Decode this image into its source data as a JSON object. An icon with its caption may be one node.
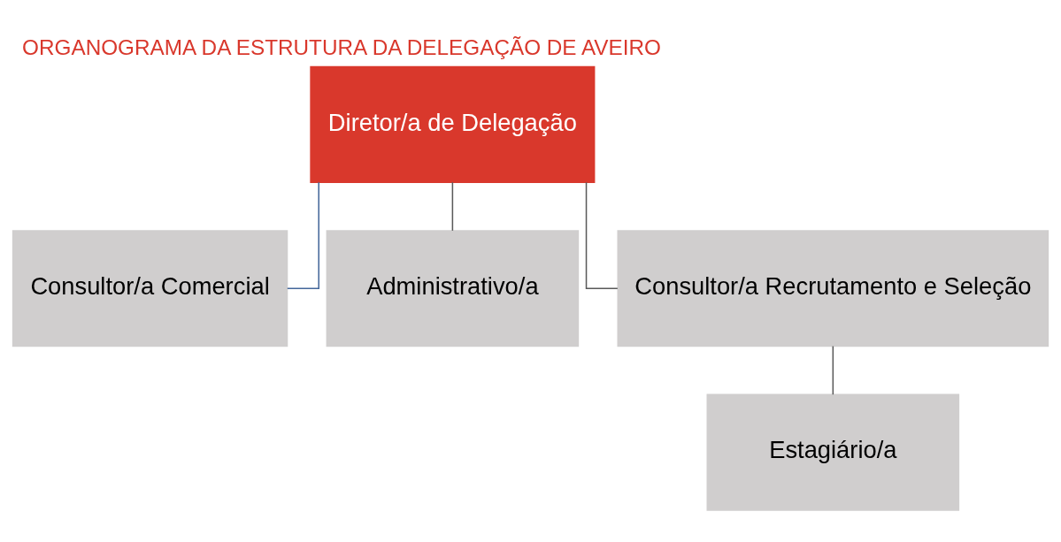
{
  "diagram": {
    "title": "ORGANOGRAMA DA ESTRUTURA DA DELEGAÇÃO DE AVEIRO",
    "nodes": [
      {
        "text": [
          "Diretor/a de Delegação"
        ]
      },
      {
        "text": [
          "Consultor/a Comercial"
        ]
      },
      {
        "text": [
          "Administrativo/a"
        ]
      },
      {
        "text": [
          "Consultor/a Recrutamento e Seleção"
        ]
      },
      {
        "text": [
          "Estagiário/a"
        ]
      }
    ],
    "edges": [
      {
        "from": 0,
        "to": 1,
        "arrow": "none",
        "color": "#44679a"
      },
      {
        "from": 0,
        "to": 2,
        "arrow": "none"
      },
      {
        "from": 0,
        "to": 3,
        "arrow": "none"
      },
      {
        "from": 3,
        "to": 4,
        "arrow": "none"
      }
    ]
  }
}
